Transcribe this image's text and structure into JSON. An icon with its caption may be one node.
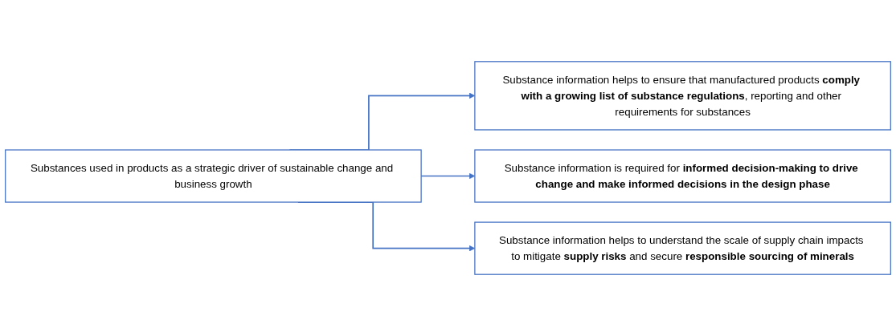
{
  "diagram": {
    "nodes": [
      {
        "text": [
          "Substances used in products as a strategic driver of sustainable change and business growth"
        ]
      },
      {
        "text": [
          "Substance information helps to ensure that manufactured products **comply with a growing list of substance regulations**, reporting and other requirements for substances"
        ]
      },
      {
        "text": [
          "Substance information is required for **informed decision-making to drive change and make informed decisions in the design phase**"
        ]
      },
      {
        "text": [
          "Substance information helps to understand the scale of supply chain impacts to mitigate **supply risks** and secure **responsible sourcing of minerals**"
        ]
      }
    ],
    "edges": [
      {
        "from": 0,
        "to": 1,
        "arrow": "to"
      },
      {
        "from": 0,
        "to": 2,
        "arrow": "to"
      },
      {
        "from": 0,
        "to": 3,
        "arrow": "to"
      }
    ]
  }
}
